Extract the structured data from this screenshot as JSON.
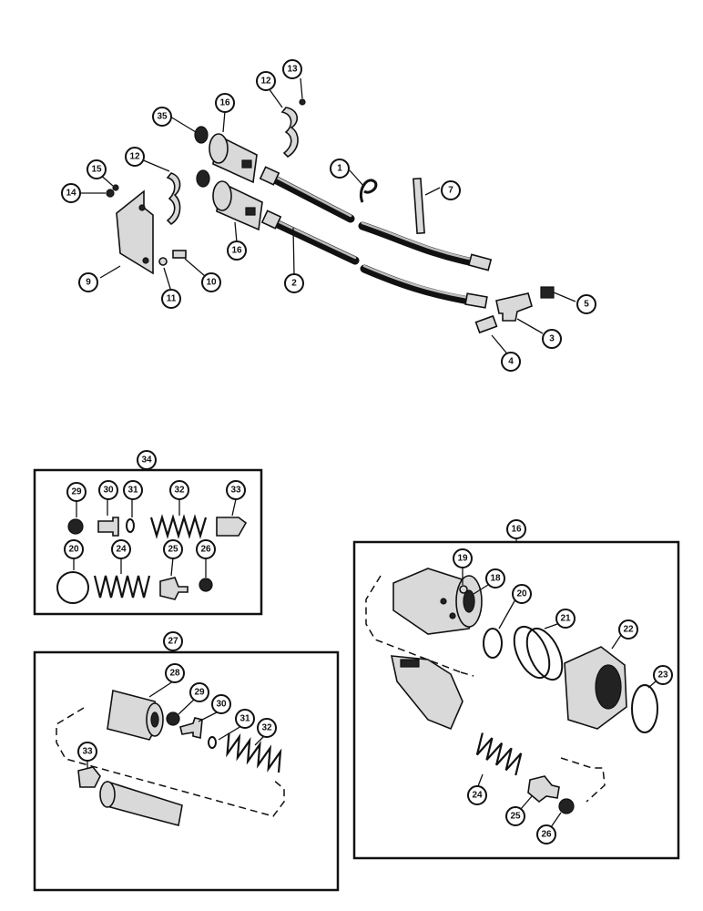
{
  "callouts": {
    "top": [
      {
        "id": "c13",
        "label": "13"
      },
      {
        "id": "c12a",
        "label": "12"
      },
      {
        "id": "c35",
        "label": "35"
      },
      {
        "id": "c16a",
        "label": "16"
      },
      {
        "id": "c1",
        "label": "1"
      },
      {
        "id": "c7",
        "label": "7"
      },
      {
        "id": "c15",
        "label": "15"
      },
      {
        "id": "c14",
        "label": "14"
      },
      {
        "id": "c12b",
        "label": "12"
      },
      {
        "id": "c16b",
        "label": "16"
      },
      {
        "id": "c9",
        "label": "9"
      },
      {
        "id": "c11",
        "label": "11"
      },
      {
        "id": "c10",
        "label": "10"
      },
      {
        "id": "c2",
        "label": "2"
      },
      {
        "id": "c5",
        "label": "5"
      },
      {
        "id": "c3",
        "label": "3"
      },
      {
        "id": "c4",
        "label": "4"
      }
    ],
    "kit34": [
      {
        "id": "k34",
        "label": "34"
      },
      {
        "id": "k29",
        "label": "29"
      },
      {
        "id": "k30",
        "label": "30"
      },
      {
        "id": "k31",
        "label": "31"
      },
      {
        "id": "k32",
        "label": "32"
      },
      {
        "id": "k33",
        "label": "33"
      },
      {
        "id": "k20",
        "label": "20"
      },
      {
        "id": "k24",
        "label": "24"
      },
      {
        "id": "k25",
        "label": "25"
      },
      {
        "id": "k26",
        "label": "26"
      }
    ],
    "kit27": [
      {
        "id": "m27",
        "label": "27"
      },
      {
        "id": "m28",
        "label": "28"
      },
      {
        "id": "m29",
        "label": "29"
      },
      {
        "id": "m30",
        "label": "30"
      },
      {
        "id": "m31",
        "label": "31"
      },
      {
        "id": "m32",
        "label": "32"
      },
      {
        "id": "m33",
        "label": "33"
      }
    ],
    "kit16": [
      {
        "id": "n16",
        "label": "16"
      },
      {
        "id": "n19",
        "label": "19"
      },
      {
        "id": "n18",
        "label": "18"
      },
      {
        "id": "n20",
        "label": "20"
      },
      {
        "id": "n21",
        "label": "21"
      },
      {
        "id": "n22",
        "label": "22"
      },
      {
        "id": "n23",
        "label": "23"
      },
      {
        "id": "n24",
        "label": "24"
      },
      {
        "id": "n25",
        "label": "25"
      },
      {
        "id": "n26",
        "label": "26"
      }
    ]
  }
}
